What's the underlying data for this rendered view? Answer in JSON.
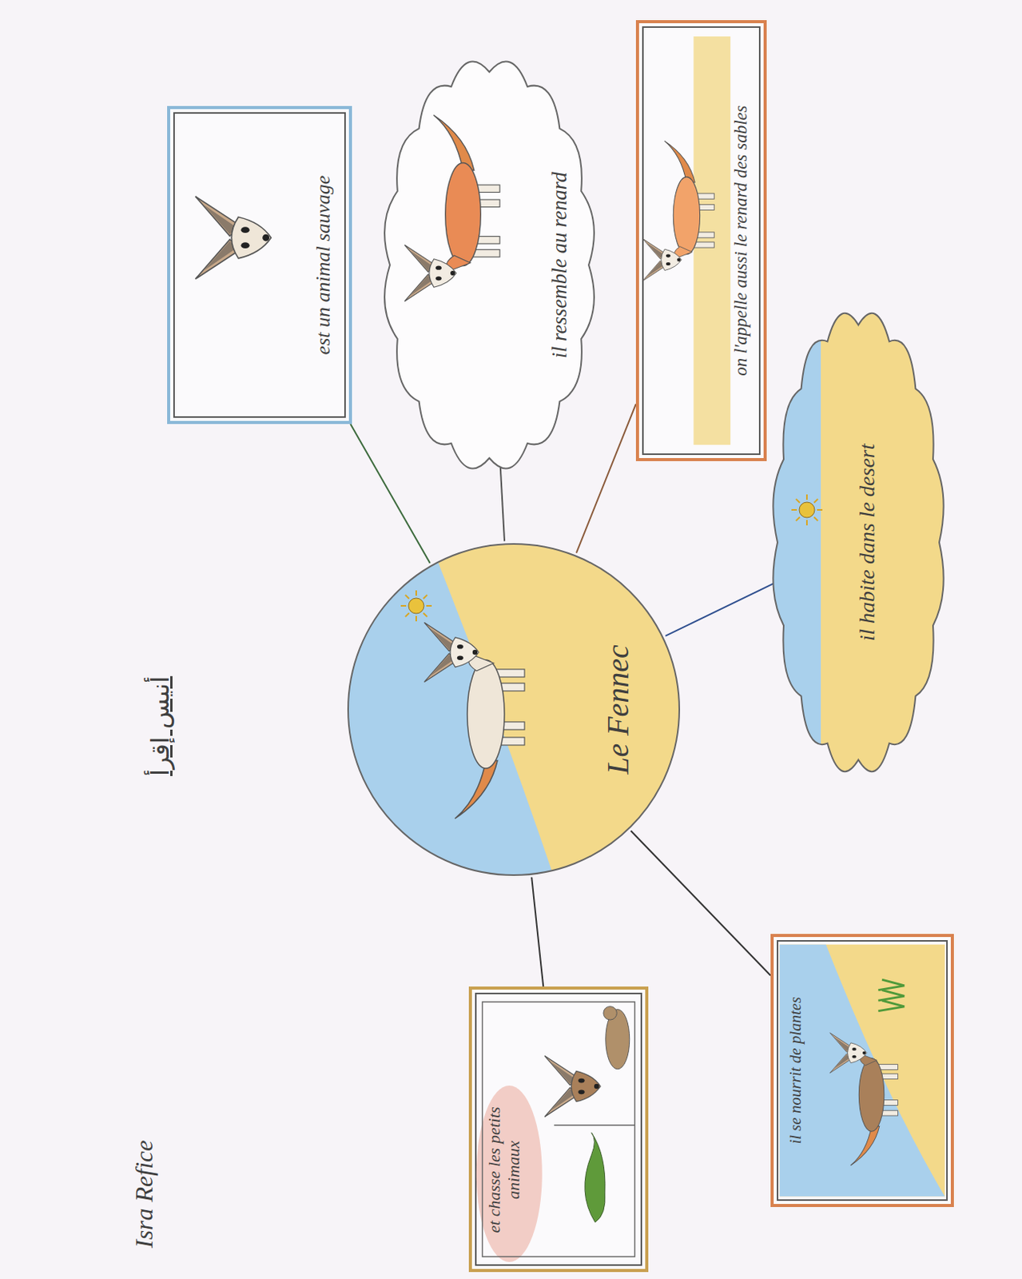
{
  "diagram": {
    "nodes": [
      {
        "text": [
          "Le Fennec"
        ]
      },
      {
        "text": [
          "est un animal sauvage"
        ]
      },
      {
        "text": [
          "il ressemble au renard"
        ]
      },
      {
        "text": [
          "on l'appelle aussi le renard des sables"
        ]
      },
      {
        "text": [
          "il habite dans le desert"
        ]
      },
      {
        "text": [
          "il se nourrit de plantes"
        ]
      },
      {
        "text": [
          "et chasse les petits animaux"
        ]
      }
    ],
    "edges": [
      {
        "from": 0,
        "to": 1,
        "arrow": "none"
      },
      {
        "from": 0,
        "to": 2,
        "arrow": "none"
      },
      {
        "from": 0,
        "to": 3,
        "arrow": "none"
      },
      {
        "from": 0,
        "to": 4,
        "arrow": "none"
      },
      {
        "from": 0,
        "to": 5,
        "arrow": "none"
      },
      {
        "from": 0,
        "to": 6,
        "arrow": "none"
      }
    ],
    "labels": [
      "Isra Refice",
      "أنيس إقرأ"
    ]
  }
}
